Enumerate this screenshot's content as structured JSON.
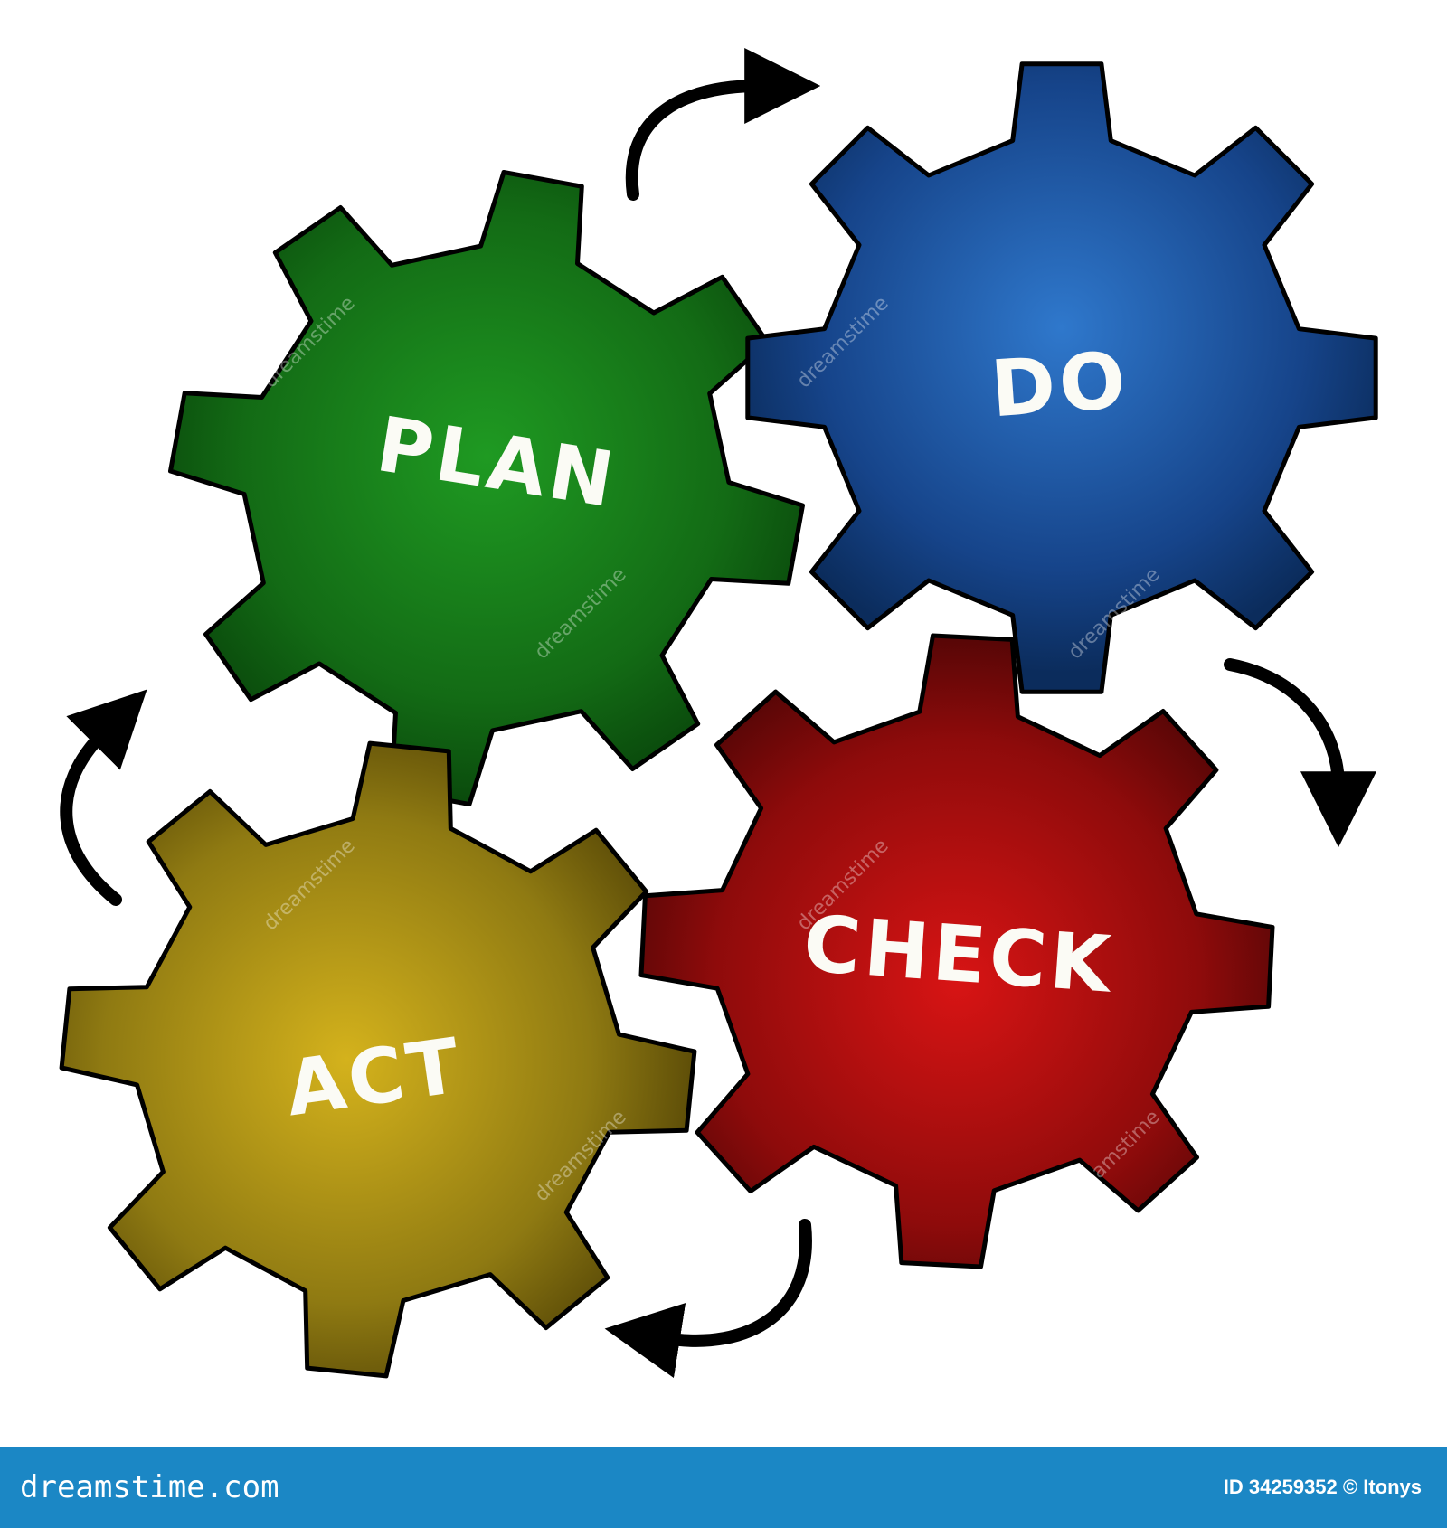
{
  "diagram": {
    "gears": [
      {
        "id": "plan",
        "label": "PLAN",
        "color": "#1b8a1c",
        "dark": "#0a4a0c"
      },
      {
        "id": "do",
        "label": "DO",
        "color": "#2a68b8",
        "dark": "#0b2c5c"
      },
      {
        "id": "check",
        "label": "CHECK",
        "color": "#c41010",
        "dark": "#560606"
      },
      {
        "id": "act",
        "label": "ACT",
        "color": "#c9a81a",
        "dark": "#5e4e08"
      }
    ],
    "arrow_color": "#000000"
  },
  "watermark": {
    "text": "dreamstime"
  },
  "footer": {
    "brand": "dreamstime.com",
    "meta": "ID 34259352 © Itonys",
    "background": "#1b87c5"
  }
}
